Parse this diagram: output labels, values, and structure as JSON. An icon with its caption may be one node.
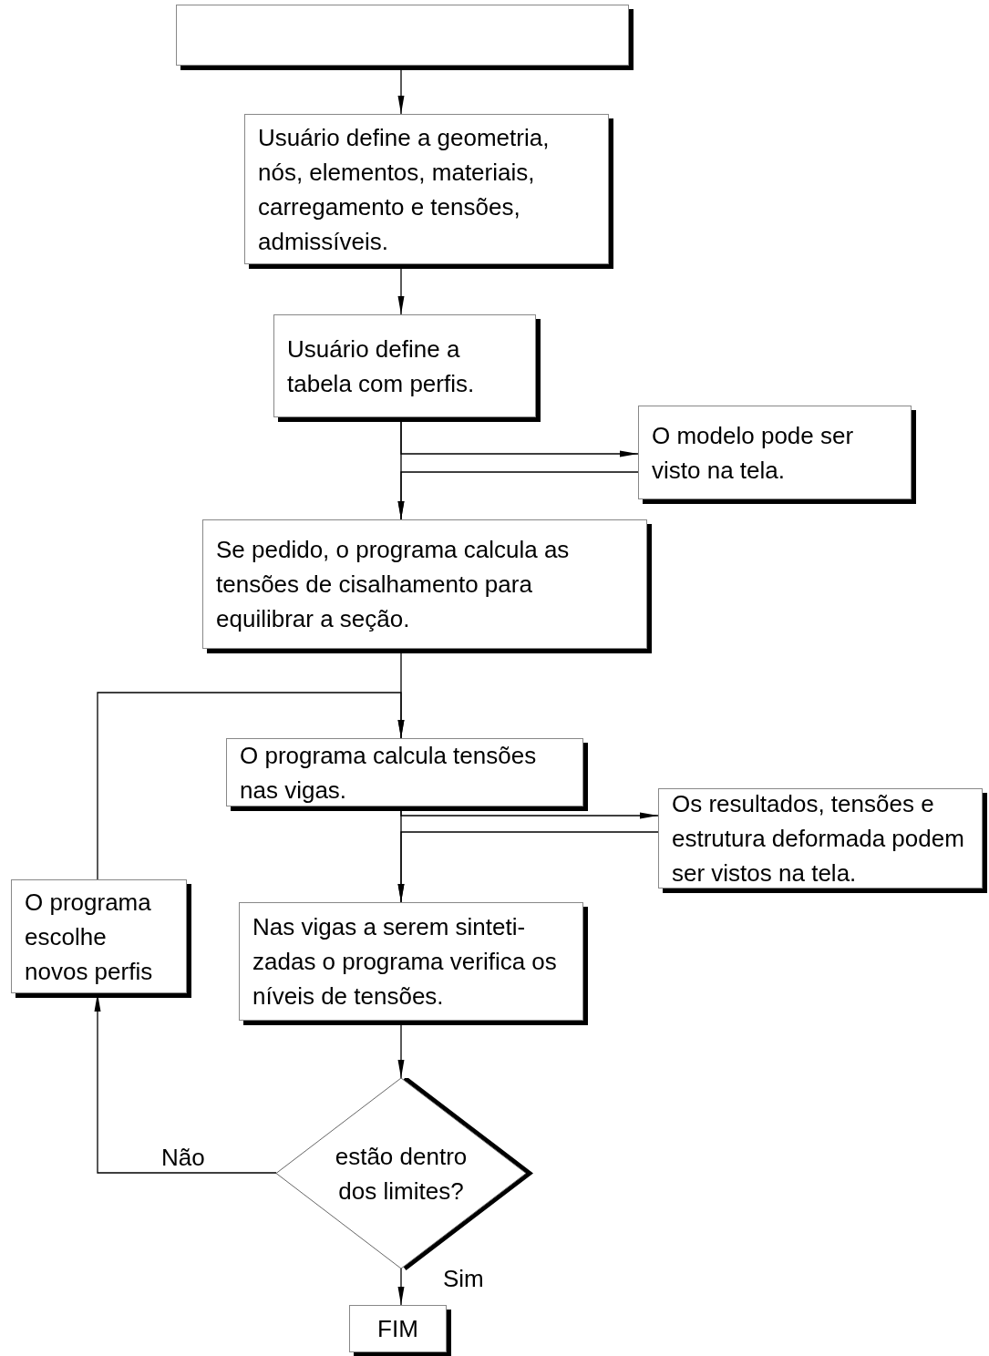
{
  "diagram": {
    "nodes": [
      {
        "text": [],
        "shape": "box"
      },
      {
        "text": [
          "Usuário define a geometria, nós, elementos, materiais, carregamento e tensões, admissíveis."
        ]
      },
      {
        "text": [
          "Usuário define a tabela com perfis."
        ]
      },
      {
        "text": [
          "O modelo pode ser visto na tela."
        ]
      },
      {
        "text": [
          "Se pedido, o programa calcula as tensões de cisalhamento para equilibrar a seção."
        ]
      },
      {
        "text": [
          "O programa calcula tensões nas vigas."
        ]
      },
      {
        "text": [
          "Os resultados, tensões e estrutura deformada podem ser vistos na tela."
        ]
      },
      {
        "text": [
          "O programa escolhe novos perfis"
        ]
      },
      {
        "text": [
          "Nas vigas a serem sinteti- zadas o programa verifica os níveis de tensões."
        ]
      },
      {
        "text": [
          "estão dentro dos limites?"
        ]
      },
      {
        "text": [
          "FIM"
        ]
      }
    ],
    "edges": [
      {
        "from": 0,
        "to": 1,
        "arrow": "to"
      },
      {
        "from": 1,
        "to": 2,
        "arrow": "to"
      },
      {
        "from": 2,
        "to": 3,
        "arrow": "to"
      },
      {
        "from": 3,
        "to": 4,
        "arrow": "to"
      },
      {
        "from": 2,
        "to": 4,
        "arrow": "to"
      },
      {
        "from": 4,
        "to": 5,
        "arrow": "to"
      },
      {
        "from": 7,
        "to": 5,
        "arrow": "to"
      },
      {
        "from": 5,
        "to": 6,
        "arrow": "to"
      },
      {
        "from": 6,
        "to": 8,
        "arrow": "to"
      },
      {
        "from": 5,
        "to": 8,
        "arrow": "to"
      },
      {
        "from": 8,
        "to": 9,
        "arrow": "to"
      },
      {
        "from": 9,
        "to": 10,
        "arrow": "to",
        "label": "Sim"
      },
      {
        "from": 9,
        "to": 7,
        "arrow": "to",
        "label": "Não"
      }
    ]
  }
}
